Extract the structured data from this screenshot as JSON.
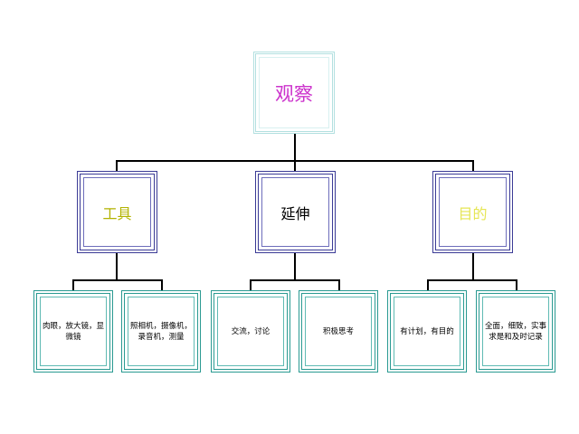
{
  "root": {
    "label": "观察",
    "color": "#cc33cc"
  },
  "branches": [
    {
      "label": "工具",
      "color": "#b3b300",
      "children": [
        {
          "label": "肉眼，放大镜，显微镜"
        },
        {
          "label": "照相机，摄像机，录音机，测量"
        }
      ]
    },
    {
      "label": "延伸",
      "color": "#000000",
      "children": [
        {
          "label": "交流，讨论"
        },
        {
          "label": "积极思考"
        }
      ]
    },
    {
      "label": "目的",
      "color": "#e6e655",
      "children": [
        {
          "label": "有计划，有目的"
        },
        {
          "label": "全面，细致，实事求是和及时记录"
        }
      ]
    }
  ]
}
